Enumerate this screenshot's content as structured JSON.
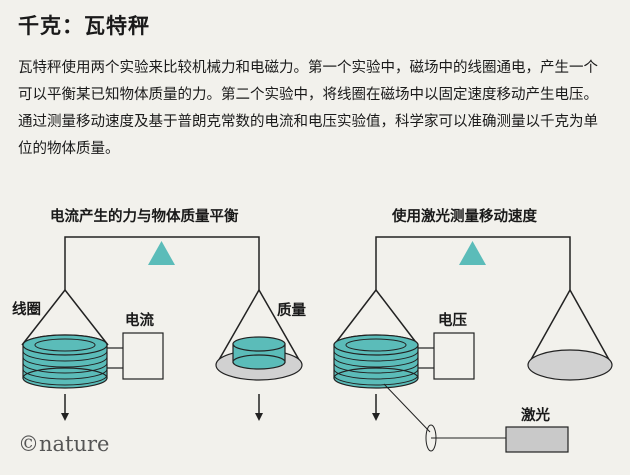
{
  "title": "千克：瓦特秤",
  "description": "瓦特秤使用两个实验来比较机械力和电磁力。第一个实验中，磁场中的线圈通电，产生一个可以平衡某已知物体质量的力。第二个实验中，将线圈在磁场中以固定速度移动产生电压。通过测量移动速度及基于普朗克常数的电流和电压实验值，科学家可以准确测量以千克为单位的物体质量。",
  "diagram": {
    "left": {
      "heading": "电流产生的力与物体质量平衡",
      "coil_label": "线圈",
      "current_label": "电流",
      "mass_label": "质量"
    },
    "right": {
      "heading": "使用激光测量移动速度",
      "voltage_label": "电压",
      "laser_label": "激光"
    },
    "colors": {
      "coil": "#5bbcb9",
      "pivot": "#5bbcb9",
      "pan": "#d1d1d1",
      "laser": "#c9c9c9"
    }
  },
  "brand": "©nature"
}
